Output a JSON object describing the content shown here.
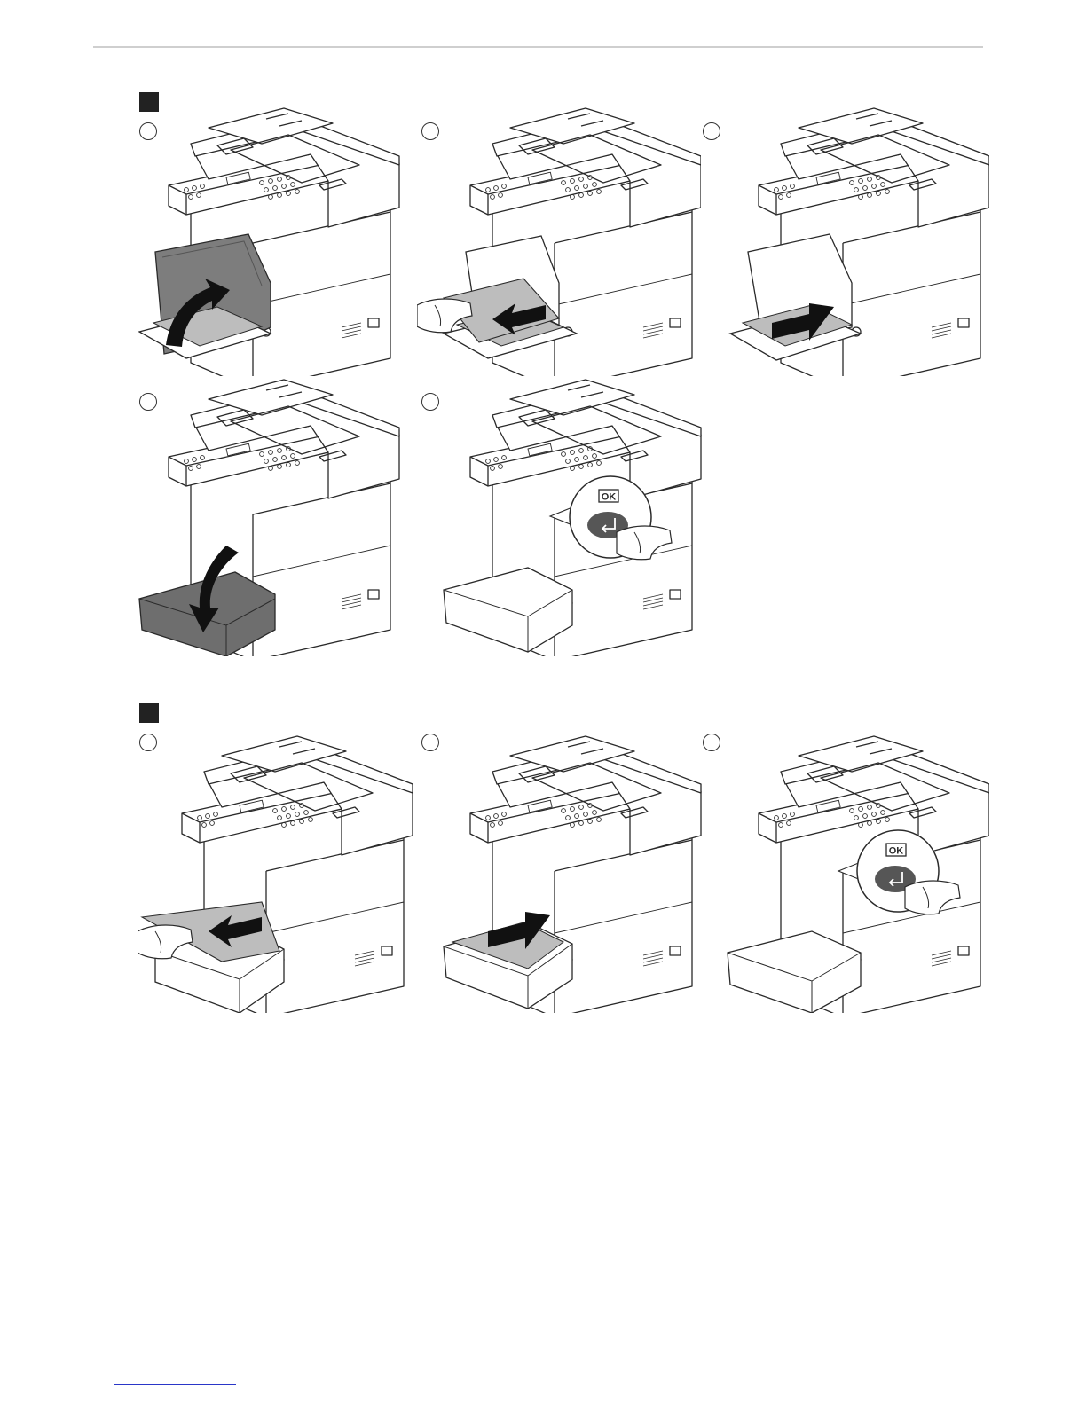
{
  "document": {
    "colors": {
      "ink": "#2a2a2a",
      "body": "#ffffff",
      "grey_part": "#7d7d7d",
      "dark_part": "#565656",
      "paper": "#bdbdbd",
      "rule": "#cfcfcf",
      "link": "#2a36c8"
    },
    "sections": [
      {
        "id": "A",
        "steps": [
          {
            "illustration": "open-bypass-cover-arrow-up",
            "icon": "arrow-up-curved"
          },
          {
            "illustration": "pull-jammed-paper-out",
            "icon": "arrow-left-straight"
          },
          {
            "illustration": "push-paper-stack-in",
            "icon": "arrow-right-straight"
          },
          {
            "illustration": "close-cover-arrow-down",
            "icon": "arrow-down-curved"
          },
          {
            "illustration": "press-ok-button",
            "icon": "ok-button",
            "callout_label": "OK"
          }
        ]
      },
      {
        "id": "B",
        "steps": [
          {
            "illustration": "pull-paper-from-tray",
            "icon": "arrow-left-straight"
          },
          {
            "illustration": "insert-paper-into-tray",
            "icon": "arrow-right-straight"
          },
          {
            "illustration": "press-ok-button",
            "icon": "ok-button",
            "callout_label": "OK"
          }
        ]
      }
    ]
  }
}
